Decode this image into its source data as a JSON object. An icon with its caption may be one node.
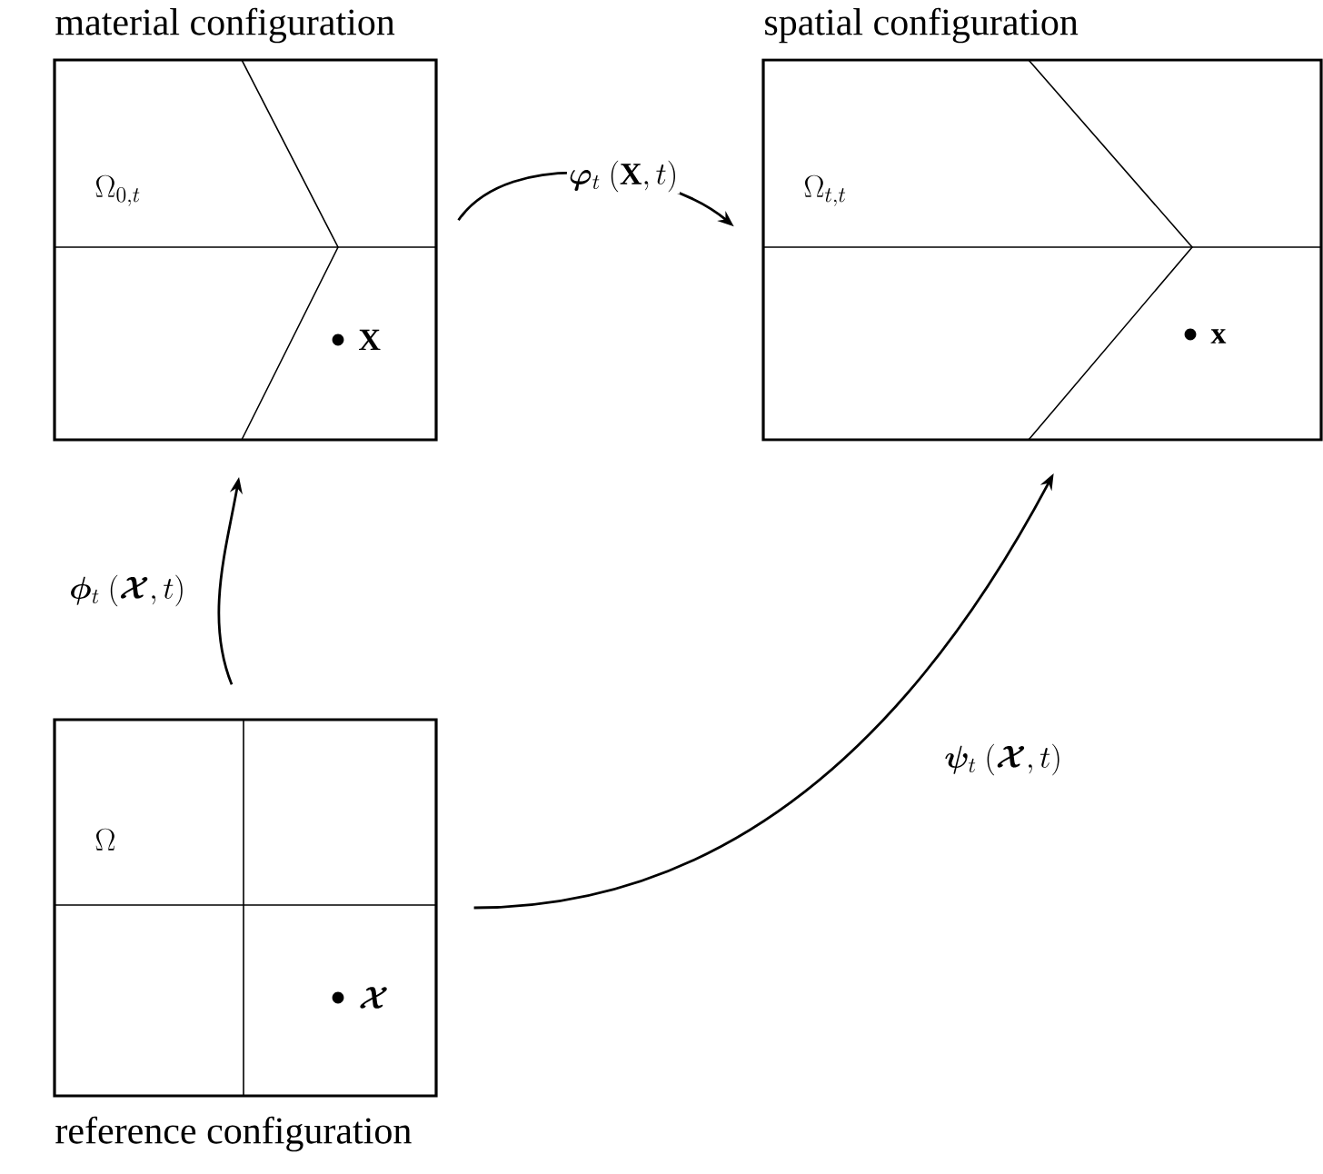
{
  "diagram": {
    "nodes": [
      {
        "text": [
          "material configuration",
          "\\Omega_{0,t}",
          "\\mathbf{X}"
        ]
      },
      {
        "text": [
          "spatial configuration",
          "\\Omega_{t,t}",
          "\\mathbf{x}"
        ]
      },
      {
        "text": [
          "\\Omega",
          "\\boldsymbol{\\mathcal{X}}",
          "reference configuration"
        ]
      }
    ],
    "edges": [
      {
        "from": 0,
        "to": 1,
        "arrow": "to",
        "label": "\\boldsymbol{\\varphi}_t\\ (\\mathbf{X}, t)"
      },
      {
        "from": 2,
        "to": 0,
        "arrow": "to",
        "label": "\\boldsymbol{\\phi}_t\\ (\\boldsymbol{\\mathcal{X}}, t)"
      },
      {
        "from": 2,
        "to": 1,
        "arrow": "to",
        "label": "\\boldsymbol{\\psi}_t\\ (\\boldsymbol{\\mathcal{X}}, t)"
      }
    ]
  }
}
